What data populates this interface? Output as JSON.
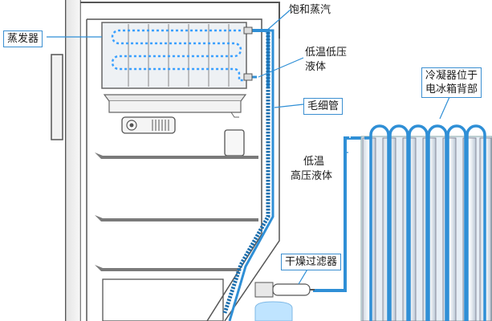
{
  "labels": {
    "evaporator": "蒸发器",
    "saturated_vapor": "饱和蒸汽",
    "lowtemp_lowpress_1": "低温低压",
    "lowtemp_lowpress_2": "液体",
    "capillary": "毛细管",
    "condenser_1": "冷凝器位于",
    "condenser_2": "电冰箱背部",
    "lowtemp_highpress_1": "低温",
    "lowtemp_highpress_2": "高压液体",
    "dryer_filter": "干燥过滤器"
  },
  "colors": {
    "pipe": "#2f8fd6",
    "pipe_dark": "#1d6fae",
    "flow_dots": "#3aa0ff",
    "cabinet_line": "#555555",
    "shelf": "#6e6e6e",
    "evaporator_fill": "#eef1f4",
    "condenser_fill": "#e6eef6",
    "label_border": "#3b8fd1"
  }
}
